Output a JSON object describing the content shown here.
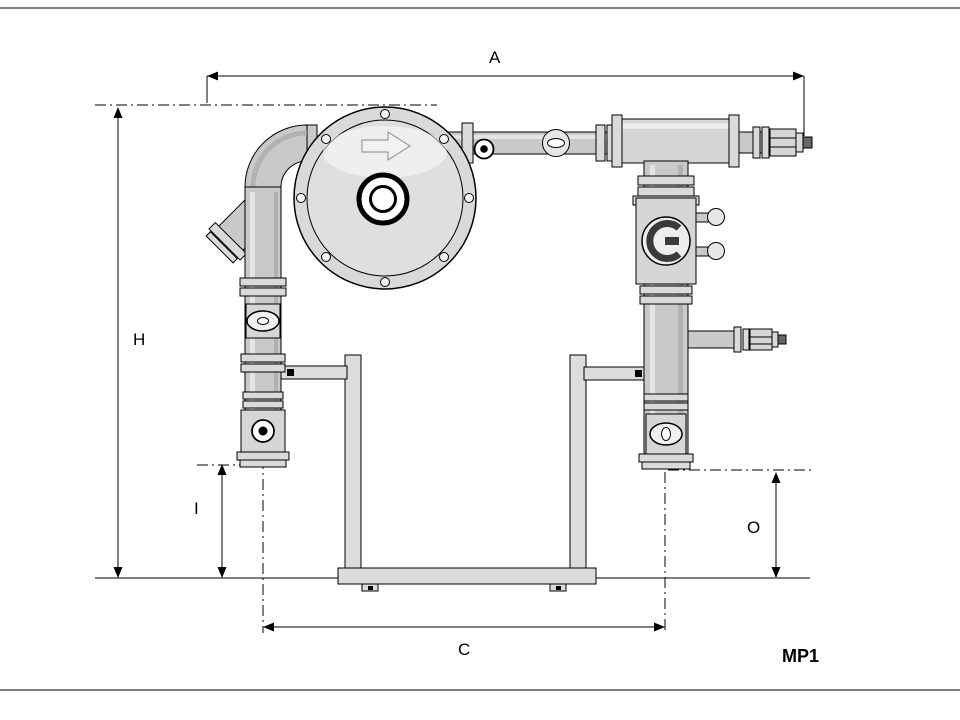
{
  "drawing": {
    "model_label": "MP1",
    "dimension_labels": {
      "a": "A",
      "h": "H",
      "i": "I",
      "c": "C",
      "o": "O"
    }
  },
  "colors": {
    "background": "#ffffff",
    "line": "#000000",
    "pipe": "#c9c9c9",
    "pipe_secondary": "#d6d6d6",
    "flange": "#dadada",
    "stand": "#dcdcdc",
    "casing": "#d9d9d9",
    "casing_inner": "#dfdfdf"
  },
  "icons": {
    "flow_arrow": "flow-direction-arrow"
  }
}
